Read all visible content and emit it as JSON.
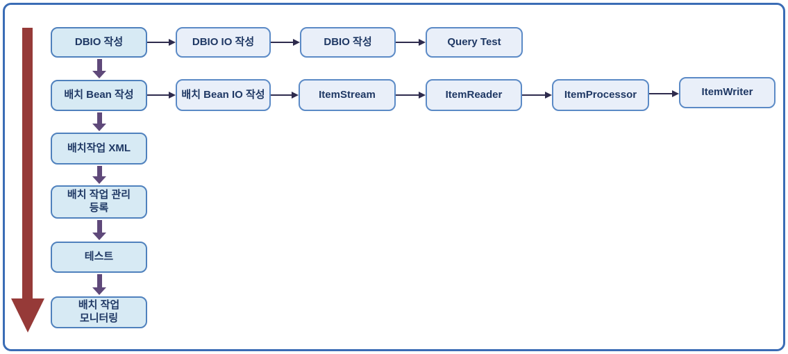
{
  "colors": {
    "outer_border": "#3a6cb5",
    "column_box_fill": "#d7eaf4",
    "column_box_border": "#4f81bd",
    "row_box_fill": "#e9eff9",
    "row_box_border": "#5b8ac6",
    "box_text": "#1f3864",
    "flow_arrow": "#2e2b4d",
    "down_arrow": "#5f497a",
    "timeline_arrow": "#963a38"
  },
  "flow": {
    "column_steps": [
      "DBIO 작성",
      "배치 Bean 작성",
      "배치작업 XML",
      "배치 작업 관리\n등록",
      "테스트",
      "배치 작업\n모니터링"
    ],
    "row1_steps": [
      "DBIO IO 작성",
      "DBIO 작성",
      "Query Test"
    ],
    "row2_steps": [
      "배치 Bean IO 작성",
      "ItemStream",
      "ItemReader",
      "ItemProcessor",
      "ItemWriter"
    ]
  }
}
